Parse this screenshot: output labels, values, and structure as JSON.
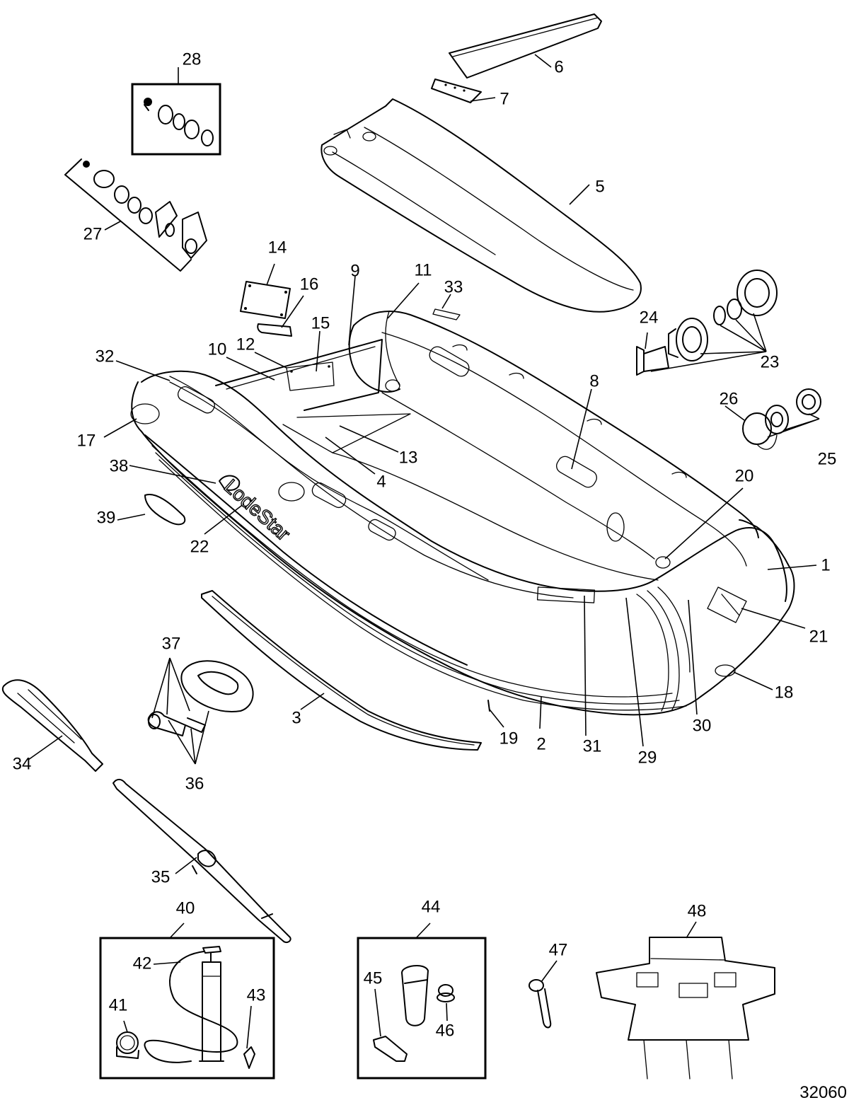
{
  "diagram": {
    "reference_number": "32060",
    "brand_text": "LodeStar",
    "parts": [
      {
        "num": "1"
      },
      {
        "num": "2"
      },
      {
        "num": "3"
      },
      {
        "num": "4"
      },
      {
        "num": "5"
      },
      {
        "num": "6"
      },
      {
        "num": "7"
      },
      {
        "num": "8"
      },
      {
        "num": "9"
      },
      {
        "num": "10"
      },
      {
        "num": "11"
      },
      {
        "num": "12"
      },
      {
        "num": "13"
      },
      {
        "num": "14"
      },
      {
        "num": "15"
      },
      {
        "num": "16"
      },
      {
        "num": "17"
      },
      {
        "num": "18"
      },
      {
        "num": "19"
      },
      {
        "num": "20"
      },
      {
        "num": "21"
      },
      {
        "num": "22"
      },
      {
        "num": "23"
      },
      {
        "num": "24"
      },
      {
        "num": "25"
      },
      {
        "num": "26"
      },
      {
        "num": "27"
      },
      {
        "num": "28"
      },
      {
        "num": "29"
      },
      {
        "num": "30"
      },
      {
        "num": "31"
      },
      {
        "num": "32"
      },
      {
        "num": "33"
      },
      {
        "num": "34"
      },
      {
        "num": "35"
      },
      {
        "num": "36"
      },
      {
        "num": "37"
      },
      {
        "num": "38"
      },
      {
        "num": "39"
      },
      {
        "num": "40"
      },
      {
        "num": "41"
      },
      {
        "num": "42"
      },
      {
        "num": "43"
      },
      {
        "num": "44"
      },
      {
        "num": "45"
      },
      {
        "num": "46"
      },
      {
        "num": "47"
      },
      {
        "num": "48"
      }
    ]
  }
}
